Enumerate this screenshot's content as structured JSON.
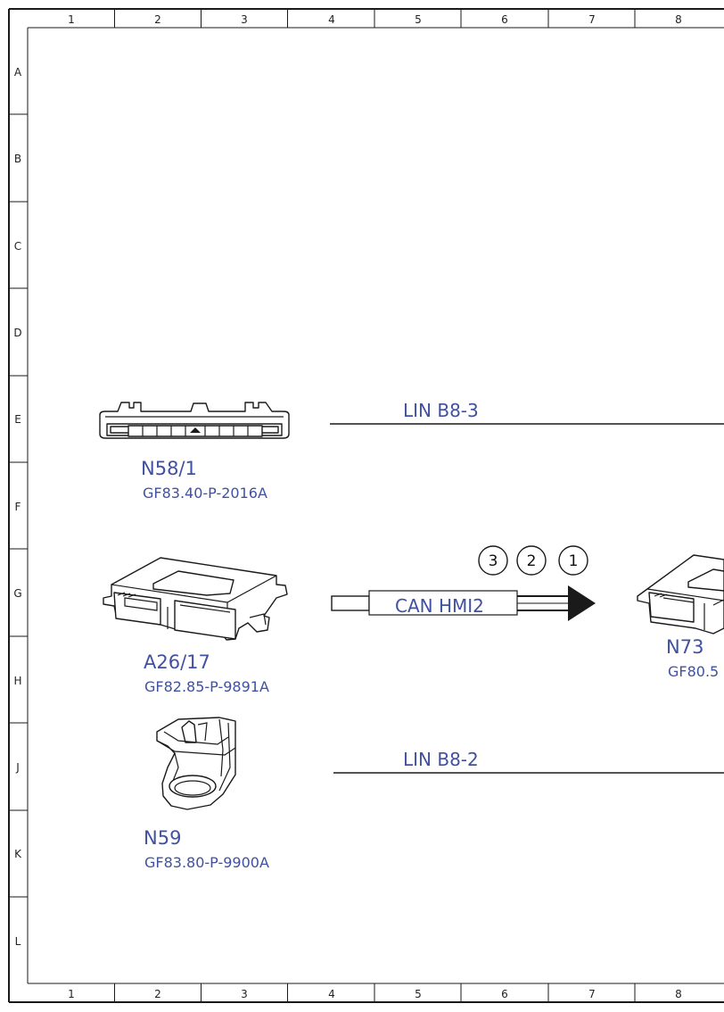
{
  "frame": {
    "columns": [
      "1",
      "2",
      "3",
      "4",
      "5",
      "6",
      "7",
      "8"
    ],
    "rows": [
      "A",
      "B",
      "C",
      "D",
      "E",
      "F",
      "G",
      "H",
      "J",
      "K",
      "L"
    ]
  },
  "components": [
    {
      "id": "N58/1",
      "ref": "GF83.40-P-2016A",
      "part_icon": "climate-control-panel"
    },
    {
      "id": "A26/17",
      "ref": "GF82.85-P-9891A",
      "part_icon": "control-unit"
    },
    {
      "id": "N59",
      "ref": "GF83.80-P-9900A",
      "part_icon": "rotary-knob"
    },
    {
      "id": "N73",
      "ref": "GF80.5",
      "part_icon": "control-unit"
    }
  ],
  "buses": {
    "lin_upper": "LIN B8-3",
    "can": "CAN HMI2",
    "lin_lower": "LIN B8-2"
  },
  "sequence_markers": [
    "3",
    "2",
    "1"
  ],
  "colors": {
    "label": "#3f51a0",
    "line": "#1a1a1a"
  }
}
